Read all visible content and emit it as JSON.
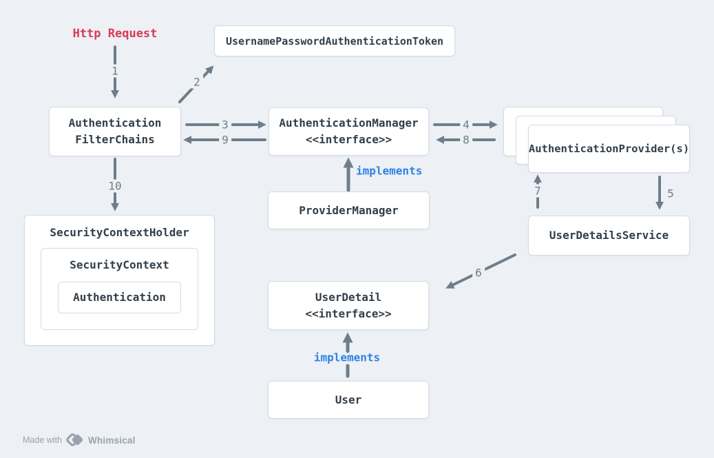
{
  "nodes": {
    "http_request": "Http Request",
    "token": "UsernamePasswordAuthenticationToken",
    "filter_chains": [
      "Authentication",
      "FilterChains"
    ],
    "auth_manager": [
      "AuthenticationManager",
      "<<interface>>"
    ],
    "auth_providers": "AuthenticationProvider(s)",
    "provider_manager": "ProviderManager",
    "security_context_holder": "SecurityContextHolder",
    "security_context": "SecurityContext",
    "authentication": "Authentication",
    "user_details_service": "UserDetailsService",
    "user_detail": [
      "UserDetail",
      "<<interface>>"
    ],
    "user": "User"
  },
  "edges": {
    "n1": "1",
    "n2": "2",
    "n3": "3",
    "n4": "4",
    "n5": "5",
    "n6": "6",
    "n7": "7",
    "n8": "8",
    "n9": "9",
    "n10": "10",
    "implements_manager": "implements",
    "implements_user": "implements"
  },
  "footer": {
    "made_with": "Made with",
    "brand": "Whimsical"
  },
  "colors": {
    "bg": "#edf0f4",
    "border": "#d5dbe2",
    "text": "#333e48",
    "arrow": "#6e7d8b",
    "red": "#d83a59",
    "blue": "#2e82e5",
    "footer": "#99a2af"
  }
}
